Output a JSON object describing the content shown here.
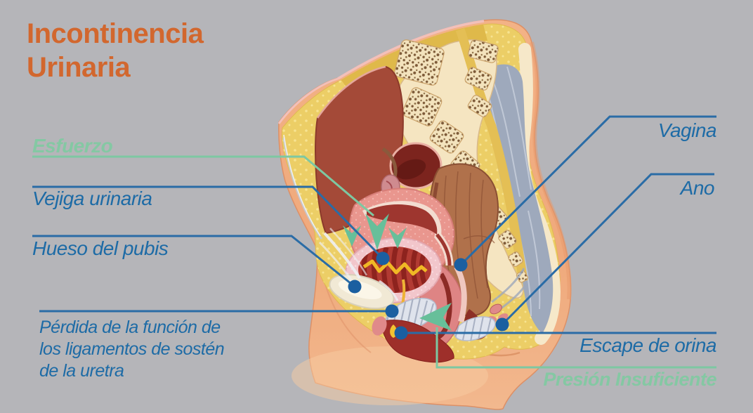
{
  "title": {
    "lines": [
      "Incontinencia",
      "Urinaria"
    ]
  },
  "callouts": {
    "esfuerzo": {
      "label": "Esfuerzo"
    },
    "vejiga": {
      "label": "Vejiga urinaria"
    },
    "hueso": {
      "label": "Hueso del pubis"
    },
    "perdida": {
      "label": "Pérdida de la función de\nlos ligamentos de sostén\nde la uretra"
    },
    "vagina": {
      "label": "Vagina"
    },
    "ano": {
      "label": "Ano"
    },
    "escape": {
      "label": "Escape de orina"
    },
    "presion": {
      "label": "Presión Insuficiente"
    }
  },
  "icons": {
    "pressure_down_arrows": "pressure-down-arrow",
    "insufficient_pressure_arrow": "insufficient-pressure-arrow",
    "anatomy_markers": "marker-dot"
  },
  "colors": {
    "background": "#b5b5b9",
    "title_orange": "#d2672e",
    "label_blue": "#1d6ba6",
    "line_blue": "#2a6ca6",
    "accent_green": "#84c8a3",
    "arrow_teal": "#67bf9a",
    "marker_blue": "#1b5fa0",
    "skin": "#efa97c",
    "fat_yellow": "#ecce66",
    "bone_cream": "#f5e5c1",
    "muscle_gray_blue": "#9ea9bc",
    "organ_red": "#a44a38",
    "bladder_red": "#b23b33",
    "urine_yellow": "#f0b825"
  }
}
